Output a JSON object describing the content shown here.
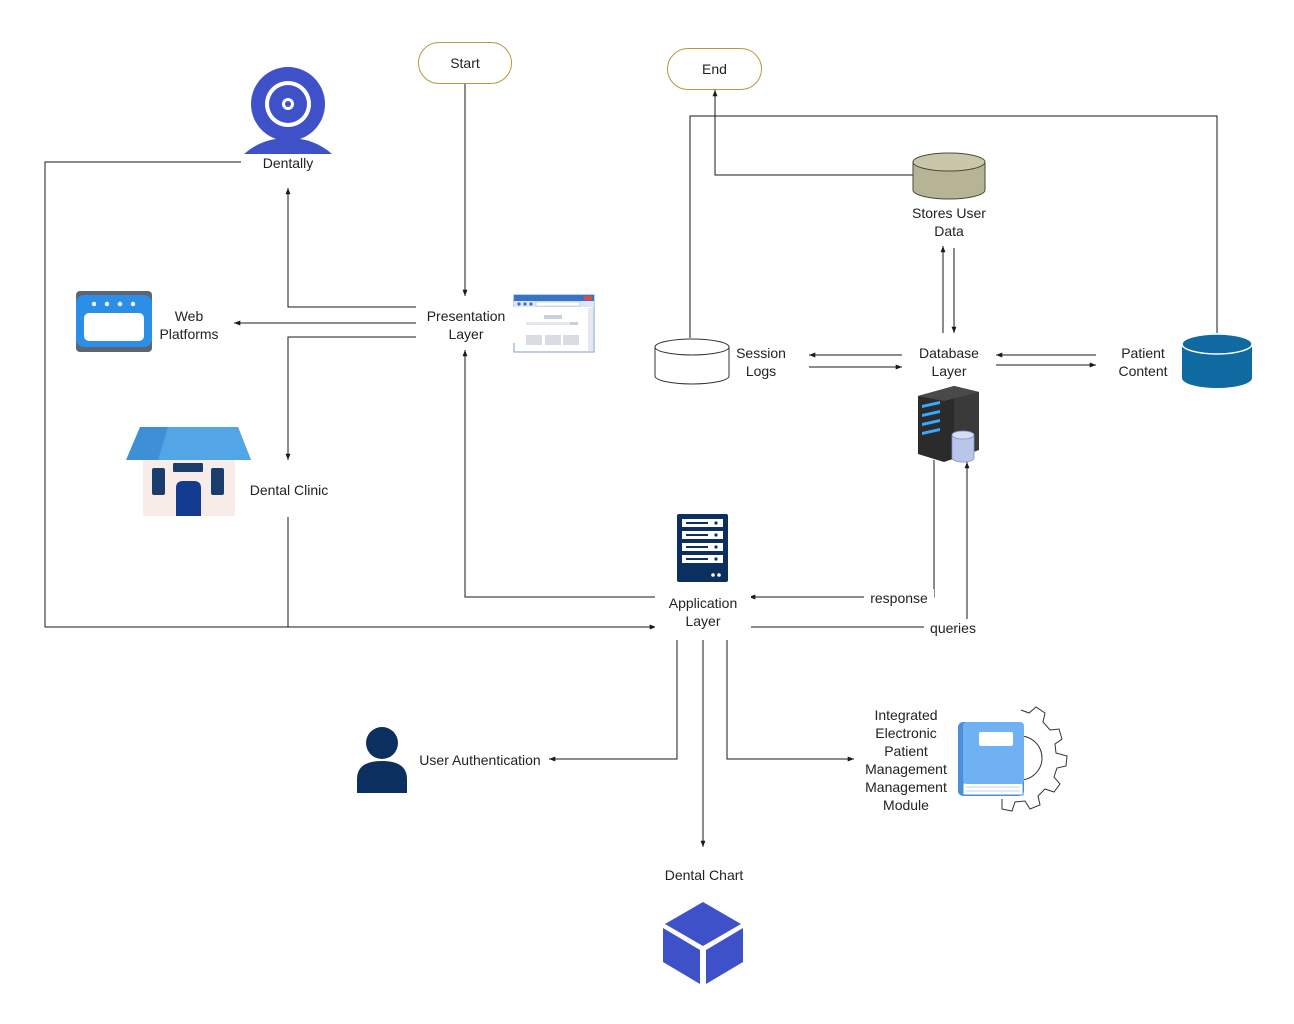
{
  "terminals": {
    "start": "Start",
    "end": "End"
  },
  "nodes": {
    "dentally": "Dentally",
    "web_platforms": "Web\nPlatforms",
    "dental_clinic": "Dental Clinic",
    "presentation_layer": "Presentation\nLayer",
    "application_layer": "Application\nLayer",
    "stores_user_data": "Stores User\nData",
    "session_logs": "Session\nLogs",
    "database_layer": "Database\nLayer",
    "patient_content": "Patient\nContent",
    "user_authentication": "User Authentication",
    "integrated_module": "Integrated\nElectronic\nPatient\nManagement\nManagement\nModule",
    "dental_chart": "Dental Chart"
  },
  "edge_labels": {
    "response": "response",
    "queries": "queries"
  },
  "icons": {
    "dentally": "webcam-icon",
    "web_platforms": "browser-window-icon",
    "dental_clinic": "house-icon",
    "presentation_layer": "web-page-icon",
    "application_layer": "server-rack-icon",
    "stores_user_data": "database-cylinder-icon",
    "session_logs": "database-cylinder-icon",
    "database_layer": "database-server-icon",
    "patient_content": "database-cylinder-icon",
    "user_authentication": "user-icon",
    "integrated_module": "manual-gear-icon",
    "dental_chart": "cube-icon"
  },
  "colors": {
    "terminal_border": "#b8993a",
    "edge": "#1a1a1a",
    "indigo": "#3f51c9",
    "navy": "#0b2f5e",
    "steel_blue": "#0e6aa0",
    "sky_blue": "#2b8fe8",
    "olive": "#b7b496"
  }
}
